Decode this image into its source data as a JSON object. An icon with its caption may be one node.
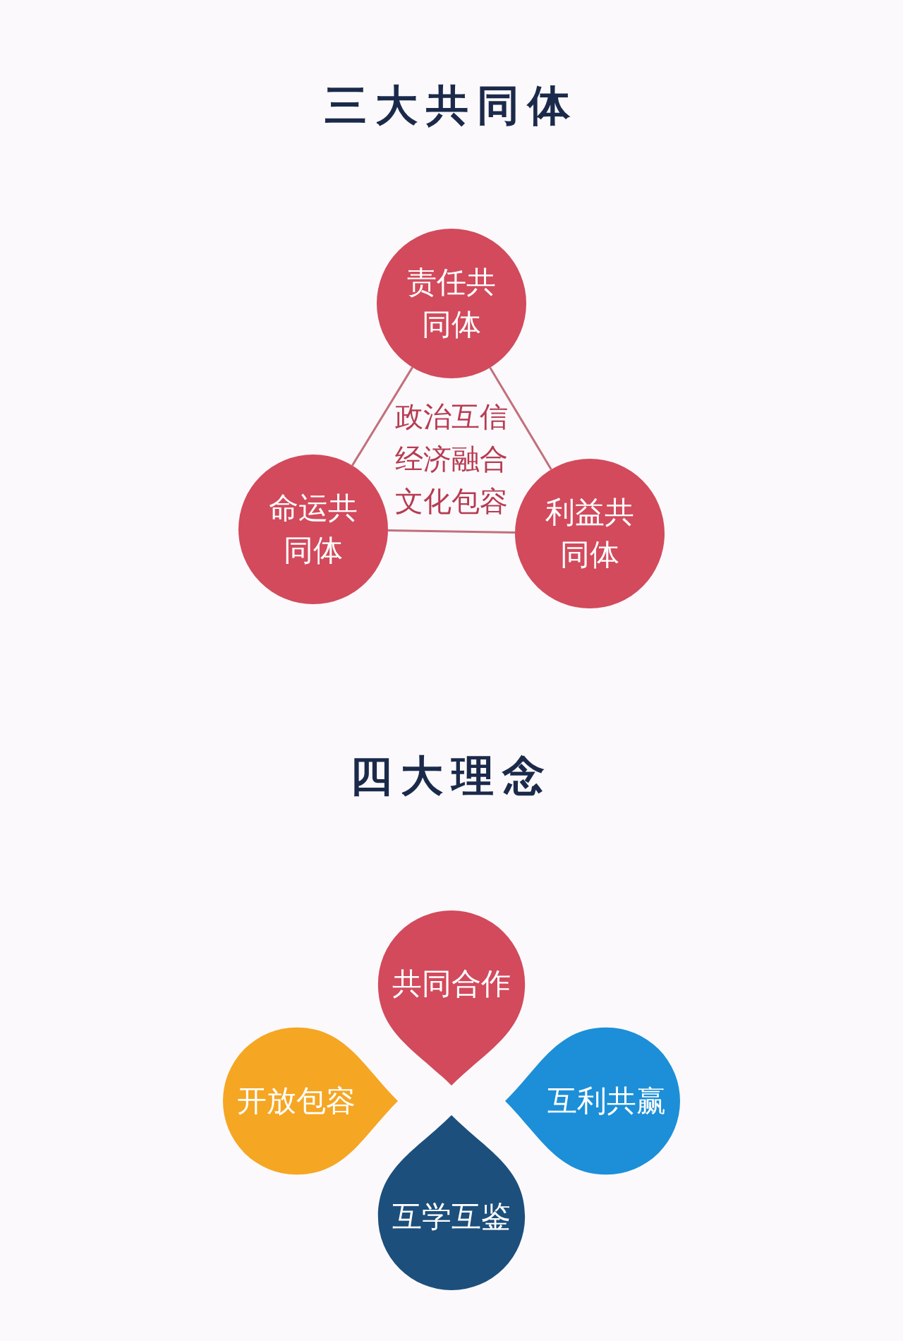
{
  "diagram": {
    "title": "三大共同体",
    "nodes": [
      {
        "text": [
          "责任共同体"
        ]
      },
      {
        "text": [
          "命运共同体"
        ]
      },
      {
        "text": [
          "利益共同体"
        ]
      },
      {
        "text": [
          "共同合作"
        ]
      },
      {
        "text": [
          "开放包容"
        ]
      },
      {
        "text": [
          "互利共赢"
        ]
      },
      {
        "text": [
          "互学互鉴"
        ]
      }
    ],
    "edges": [
      {
        "from": 0,
        "to": 2,
        "arrow": "none"
      },
      {
        "from": 2,
        "to": 1,
        "arrow": "none"
      },
      {
        "from": 1,
        "to": 0,
        "arrow": "none"
      }
    ],
    "labels": [
      "政治互信",
      "经济融合",
      "文化包容",
      "四大理念"
    ]
  }
}
